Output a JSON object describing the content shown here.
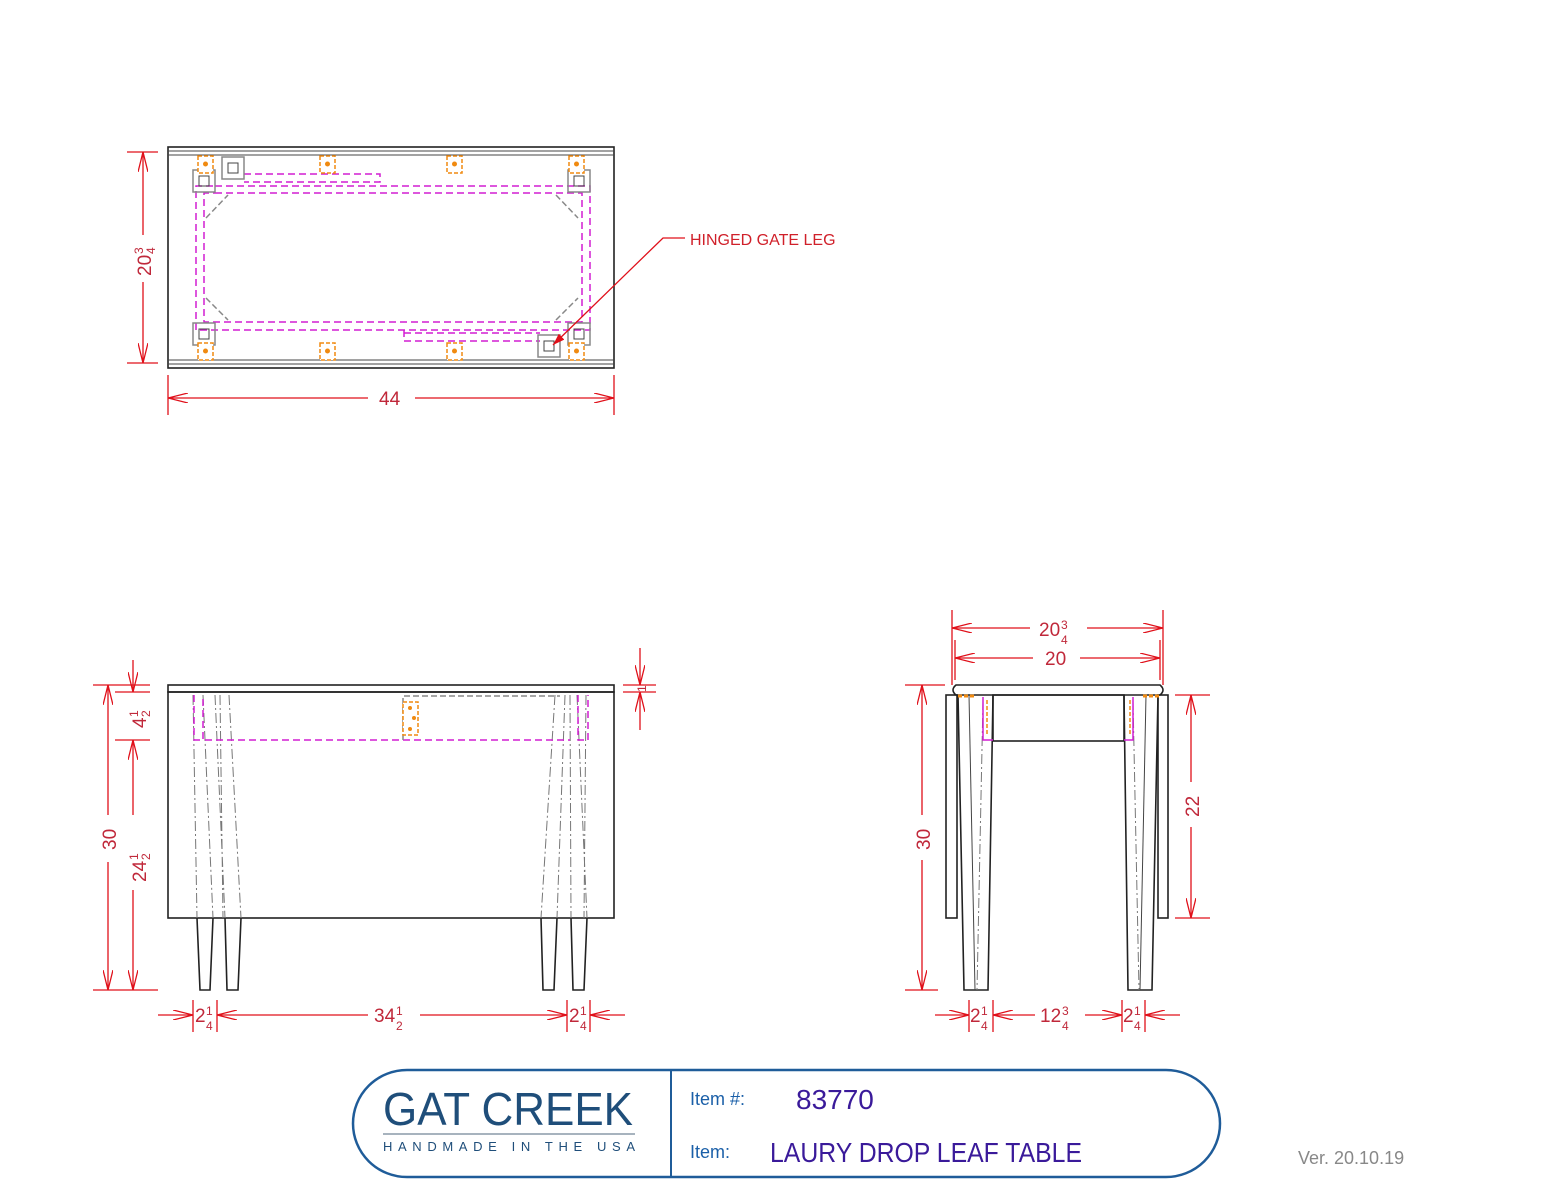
{
  "plan_view": {
    "callout": "HINGED GATE LEG",
    "dim_depth": {
      "whole": "20",
      "num": "3",
      "den": "4"
    },
    "dim_length": "44"
  },
  "front_view": {
    "dim_height": "30",
    "dim_leg_height": {
      "whole": "24",
      "num": "1",
      "den": "2"
    },
    "dim_apron": {
      "whole": "4",
      "num": "1",
      "den": "2"
    },
    "dim_top_thickness": "1",
    "dim_leg_left": {
      "whole": "2",
      "num": "1",
      "den": "4"
    },
    "dim_between": {
      "whole": "34",
      "num": "1",
      "den": "2"
    },
    "dim_leg_right": {
      "whole": "2",
      "num": "1",
      "den": "4"
    }
  },
  "side_view": {
    "dim_top_width": {
      "whole": "20",
      "num": "3",
      "den": "4"
    },
    "dim_frame_width": "20",
    "dim_height": "30",
    "dim_leaf_drop": "22",
    "dim_leg_left": {
      "whole": "2",
      "num": "1",
      "den": "4"
    },
    "dim_between": {
      "whole": "12",
      "num": "3",
      "den": "4"
    },
    "dim_leg_right": {
      "whole": "2",
      "num": "1",
      "den": "4"
    }
  },
  "title_block": {
    "logo_name": "GAT CREEK",
    "logo_tagline": "HANDMADE IN THE USA",
    "item_number_label": "Item #:",
    "item_number": "83770",
    "item_label": "Item:",
    "item_name": "LAURY DROP LEAF TABLE",
    "version": "Ver. 20.10.19"
  },
  "colors": {
    "dimension": "#e0101a",
    "hidden_frame": "#d21ed2",
    "hardware": "#f08a10",
    "brand_blue": "#1f5c99",
    "item_text": "#3a1a9a"
  }
}
